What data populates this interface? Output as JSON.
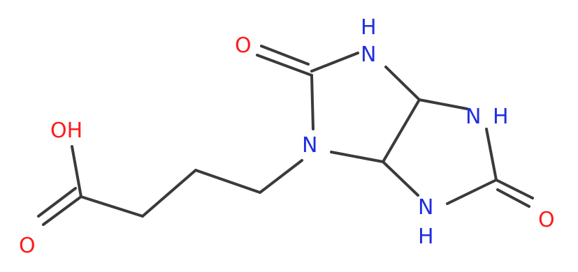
{
  "colors": {
    "bond": "#3a3a3a",
    "oxygen": "#ff1a1a",
    "nitrogen": "#1f2ee0",
    "background": "#ffffff"
  },
  "atoms": {
    "o_top": "O",
    "nh_top": "H",
    "n_top": "N",
    "nh_right_n": "N",
    "nh_right_h": "H",
    "n_left": "N",
    "oh": "OH",
    "o_acid": "O",
    "nh_bottom_n": "N",
    "nh_bottom_h": "H",
    "o_right": "O"
  }
}
